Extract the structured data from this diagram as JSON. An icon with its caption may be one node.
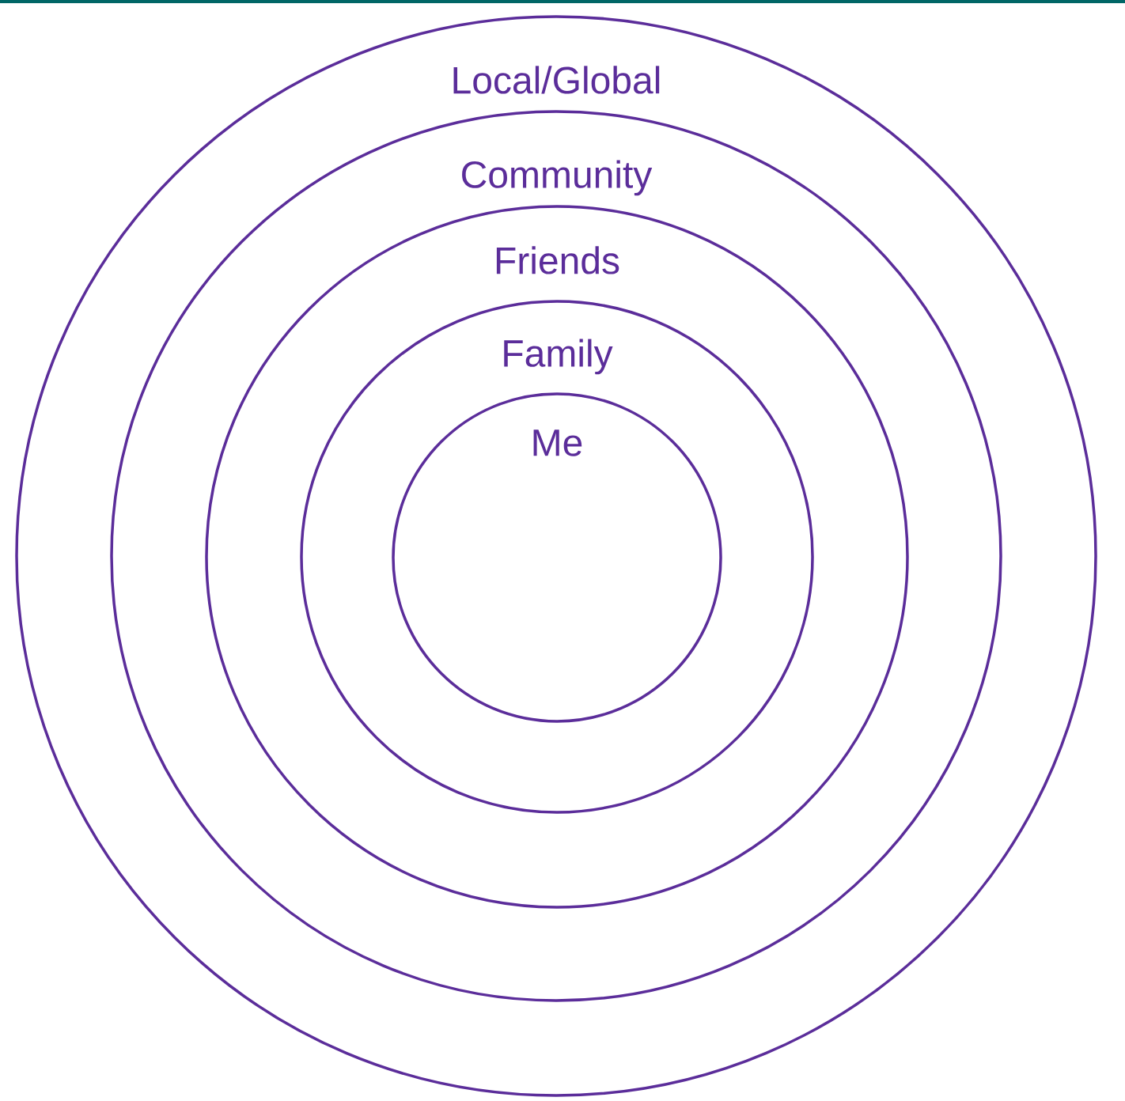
{
  "diagram": {
    "nodes": [
      {
        "text": [
          "Local/Global"
        ]
      },
      {
        "text": [
          "Community"
        ],
        "in": 0
      },
      {
        "text": [
          "Friends"
        ],
        "in": 1
      },
      {
        "text": [
          "Family"
        ],
        "in": 2
      },
      {
        "text": [
          "Me"
        ],
        "in": 3
      }
    ]
  }
}
